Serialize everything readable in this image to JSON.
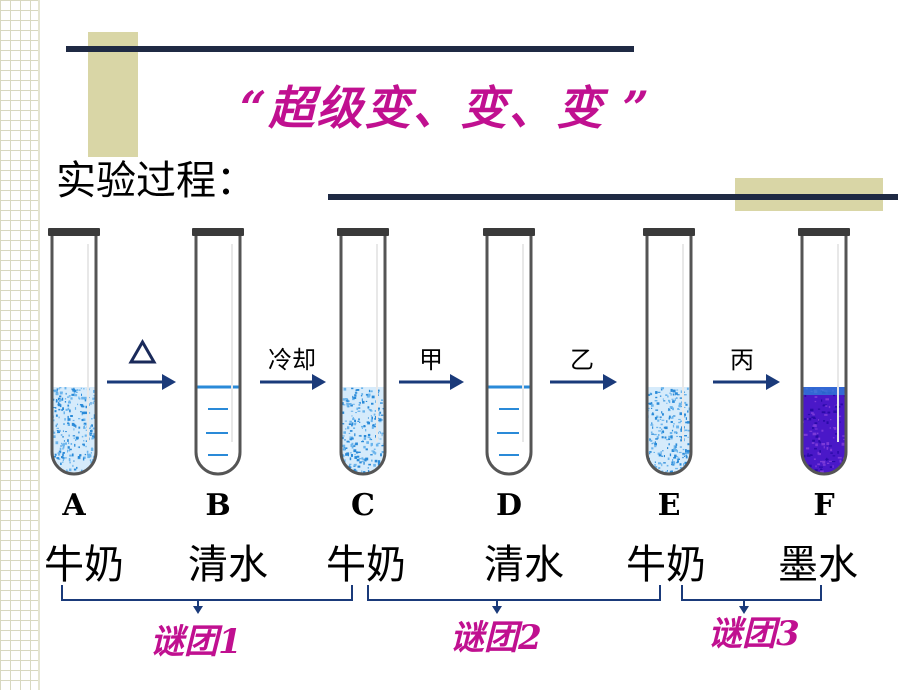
{
  "title": "“超级变、变、变 ”",
  "subtitle": "实验过程：",
  "tubes": [
    {
      "letter": "A",
      "substance": "牛奶",
      "content": "milk"
    },
    {
      "letter": "B",
      "substance": "清水",
      "content": "water"
    },
    {
      "letter": "C",
      "substance": "牛奶",
      "content": "milk"
    },
    {
      "letter": "D",
      "substance": "清水",
      "content": "water"
    },
    {
      "letter": "E",
      "substance": "牛奶",
      "content": "milk"
    },
    {
      "letter": "F",
      "substance": "墨水",
      "content": "ink"
    }
  ],
  "steps": [
    {
      "label": "",
      "icon": "triangle-heat-icon"
    },
    {
      "label": "冷却",
      "icon": "arrow-right-icon"
    },
    {
      "label": "甲",
      "icon": "arrow-right-icon"
    },
    {
      "label": "乙",
      "icon": "arrow-right-icon"
    },
    {
      "label": "丙",
      "icon": "arrow-right-icon"
    }
  ],
  "puzzles": [
    "谜团1",
    "谜团2",
    "谜团3"
  ],
  "colors": {
    "title": "#c01090",
    "rule": "#1f2a44",
    "accent": "#d9d6a6",
    "liquid": "#2a8ad8",
    "ink": "#4a18c8",
    "arrow": "#1a3a7a",
    "bracket": "#1a3a7a"
  }
}
